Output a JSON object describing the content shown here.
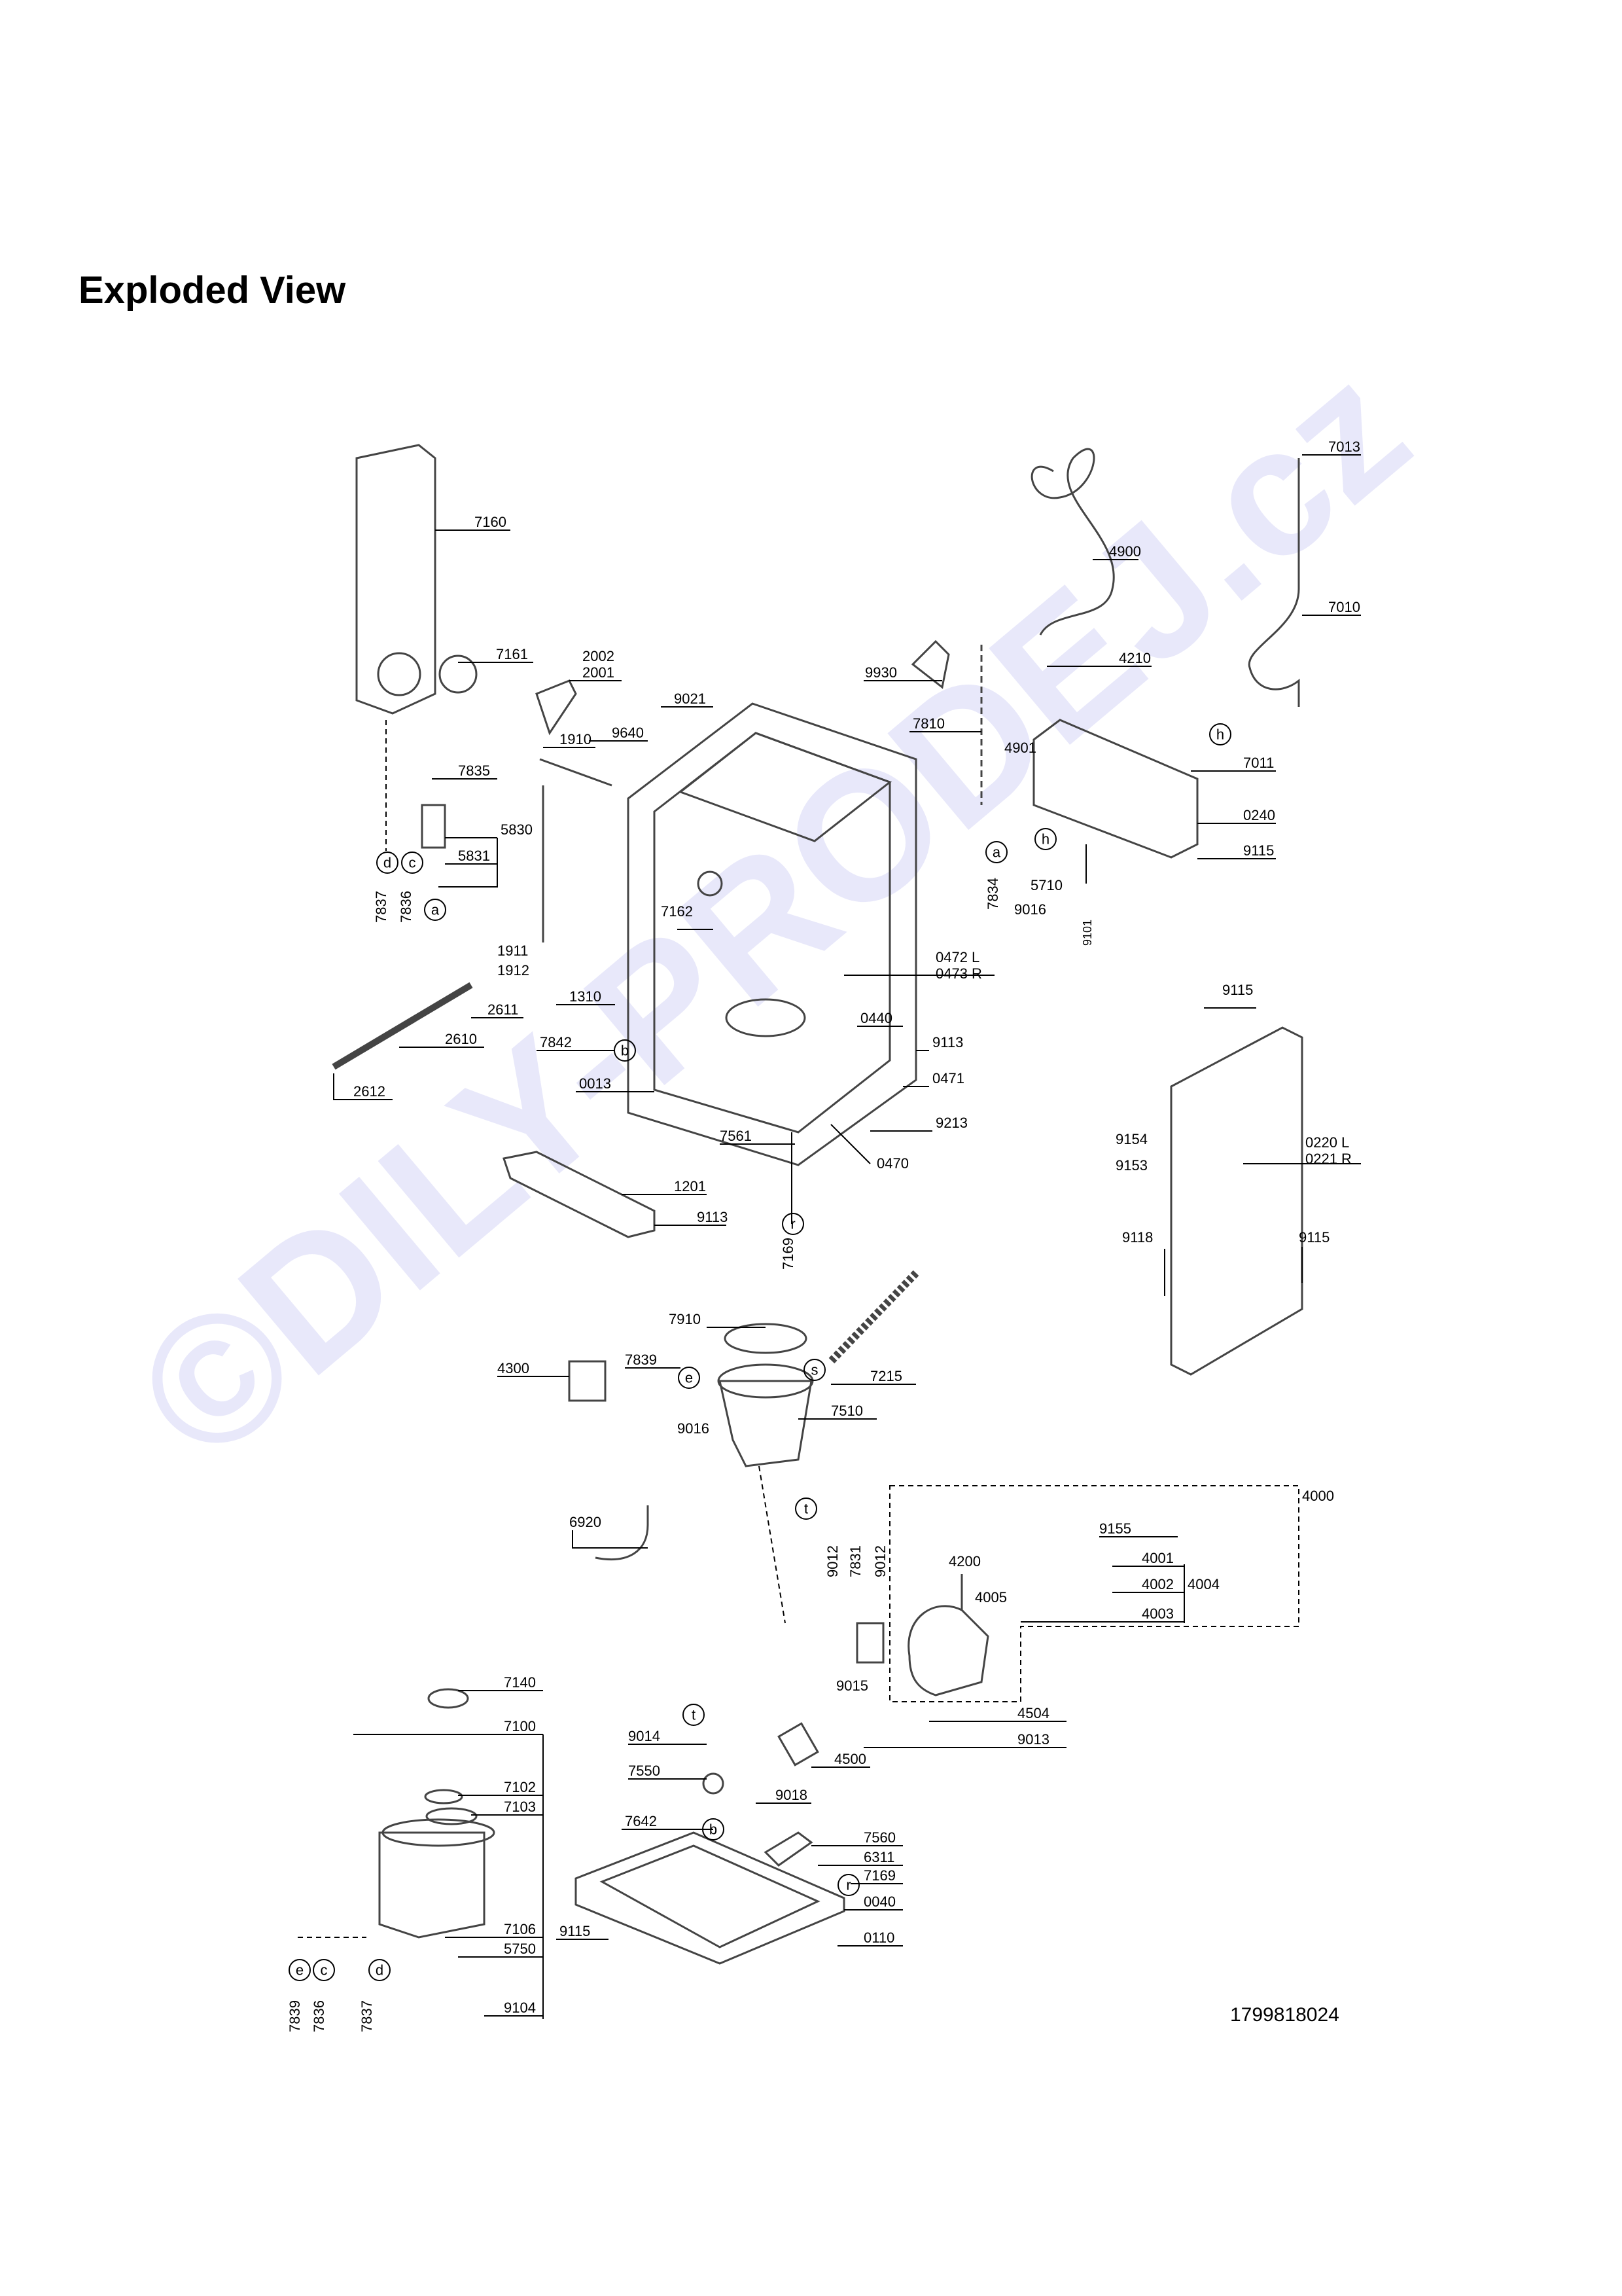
{
  "title": "Exploded View",
  "watermark": "©DILY-PRODEJ.cz",
  "document_number": "1799818024",
  "part_labels": [
    {
      "id": "p7160",
      "text": "7160"
    },
    {
      "id": "p7161",
      "text": "7161"
    },
    {
      "id": "p2002",
      "text": "2002"
    },
    {
      "id": "p2001",
      "text": "2001"
    },
    {
      "id": "p9021",
      "text": "9021"
    },
    {
      "id": "p1910",
      "text": "1910"
    },
    {
      "id": "p9640",
      "text": "9640"
    },
    {
      "id": "p7835",
      "text": "7835"
    },
    {
      "id": "p5830",
      "text": "5830"
    },
    {
      "id": "p5831",
      "text": "5831"
    },
    {
      "id": "p7837a",
      "text": "7837"
    },
    {
      "id": "p7836a",
      "text": "7836"
    },
    {
      "id": "p7162",
      "text": "7162"
    },
    {
      "id": "p1911",
      "text": "1911"
    },
    {
      "id": "p1912",
      "text": "1912"
    },
    {
      "id": "p1310",
      "text": "1310"
    },
    {
      "id": "p2611",
      "text": "2611"
    },
    {
      "id": "p2610",
      "text": "2610"
    },
    {
      "id": "p2612",
      "text": "2612"
    },
    {
      "id": "p7842",
      "text": "7842"
    },
    {
      "id": "p0013",
      "text": "0013"
    },
    {
      "id": "p0472",
      "text": "0472 L"
    },
    {
      "id": "p0473",
      "text": "0473 R"
    },
    {
      "id": "p0440",
      "text": "0440"
    },
    {
      "id": "p9113a",
      "text": "9113"
    },
    {
      "id": "p0471",
      "text": "0471"
    },
    {
      "id": "p7561",
      "text": "7561"
    },
    {
      "id": "p9213",
      "text": "9213"
    },
    {
      "id": "p0470",
      "text": "0470"
    },
    {
      "id": "p1201",
      "text": "1201"
    },
    {
      "id": "p9113b",
      "text": "9113"
    },
    {
      "id": "p7169a",
      "text": "7169"
    },
    {
      "id": "p4900",
      "text": "4900"
    },
    {
      "id": "p7013",
      "text": "7013"
    },
    {
      "id": "p7010",
      "text": "7010"
    },
    {
      "id": "p9930",
      "text": "9930"
    },
    {
      "id": "p4210",
      "text": "4210"
    },
    {
      "id": "p7810",
      "text": "7810"
    },
    {
      "id": "p4901",
      "text": "4901"
    },
    {
      "id": "p7011",
      "text": "7011"
    },
    {
      "id": "p0240",
      "text": "0240"
    },
    {
      "id": "p9115a",
      "text": "9115"
    },
    {
      "id": "p7834",
      "text": "7834"
    },
    {
      "id": "p5710",
      "text": "5710"
    },
    {
      "id": "p9016a",
      "text": "9016"
    },
    {
      "id": "p9101",
      "text": "9101"
    },
    {
      "id": "p9115b",
      "text": "9115"
    },
    {
      "id": "p9154",
      "text": "9154"
    },
    {
      "id": "p9153",
      "text": "9153"
    },
    {
      "id": "p0220",
      "text": "0220 L"
    },
    {
      "id": "p0221",
      "text": "0221 R"
    },
    {
      "id": "p9118",
      "text": "9118"
    },
    {
      "id": "p9115c",
      "text": "9115"
    },
    {
      "id": "p7910",
      "text": "7910"
    },
    {
      "id": "p4300",
      "text": "4300"
    },
    {
      "id": "p7839a",
      "text": "7839"
    },
    {
      "id": "p7215",
      "text": "7215"
    },
    {
      "id": "p7510",
      "text": "7510"
    },
    {
      "id": "p9016b",
      "text": "9016"
    },
    {
      "id": "p6920",
      "text": "6920"
    },
    {
      "id": "p4000",
      "text": "4000"
    },
    {
      "id": "p9155",
      "text": "9155"
    },
    {
      "id": "p4200",
      "text": "4200"
    },
    {
      "id": "p4001",
      "text": "4001"
    },
    {
      "id": "p4002",
      "text": "4002"
    },
    {
      "id": "p4004",
      "text": "4004"
    },
    {
      "id": "p4005",
      "text": "4005"
    },
    {
      "id": "p4003",
      "text": "4003"
    },
    {
      "id": "p9012a",
      "text": "9012"
    },
    {
      "id": "p7831",
      "text": "7831"
    },
    {
      "id": "p9012b",
      "text": "9012"
    },
    {
      "id": "p9015",
      "text": "9015"
    },
    {
      "id": "p4504",
      "text": "4504"
    },
    {
      "id": "p9013",
      "text": "9013"
    },
    {
      "id": "p4500",
      "text": "4500"
    },
    {
      "id": "p9014",
      "text": "9014"
    },
    {
      "id": "p7550",
      "text": "7550"
    },
    {
      "id": "p9018",
      "text": "9018"
    },
    {
      "id": "p7140",
      "text": "7140"
    },
    {
      "id": "p7100",
      "text": "7100"
    },
    {
      "id": "p7102",
      "text": "7102"
    },
    {
      "id": "p7103",
      "text": "7103"
    },
    {
      "id": "p7106",
      "text": "7106"
    },
    {
      "id": "p5750",
      "text": "5750"
    },
    {
      "id": "p9104",
      "text": "9104"
    },
    {
      "id": "p7839b",
      "text": "7839"
    },
    {
      "id": "p7836b",
      "text": "7836"
    },
    {
      "id": "p7837b",
      "text": "7837"
    },
    {
      "id": "p7642",
      "text": "7642"
    },
    {
      "id": "p7560",
      "text": "7560"
    },
    {
      "id": "p6311",
      "text": "6311"
    },
    {
      "id": "p7169b",
      "text": "7169"
    },
    {
      "id": "p0040",
      "text": "0040"
    },
    {
      "id": "p9115d",
      "text": "9115"
    },
    {
      "id": "p0110",
      "text": "0110"
    }
  ],
  "connection_markers": [
    {
      "id": "m_a1",
      "text": "a"
    },
    {
      "id": "m_c1",
      "text": "c"
    },
    {
      "id": "m_d1",
      "text": "d"
    },
    {
      "id": "m_b1",
      "text": "b"
    },
    {
      "id": "m_r1",
      "text": "r"
    },
    {
      "id": "m_h1",
      "text": "h"
    },
    {
      "id": "m_a2",
      "text": "a"
    },
    {
      "id": "m_h2",
      "text": "h"
    },
    {
      "id": "m_e1",
      "text": "e"
    },
    {
      "id": "m_s1",
      "text": "s"
    },
    {
      "id": "m_t1",
      "text": "t"
    },
    {
      "id": "m_t2",
      "text": "t"
    },
    {
      "id": "m_b2",
      "text": "b"
    },
    {
      "id": "m_r2",
      "text": "r"
    },
    {
      "id": "m_e2",
      "text": "e"
    },
    {
      "id": "m_c2",
      "text": "c"
    },
    {
      "id": "m_d2",
      "text": "d"
    }
  ]
}
